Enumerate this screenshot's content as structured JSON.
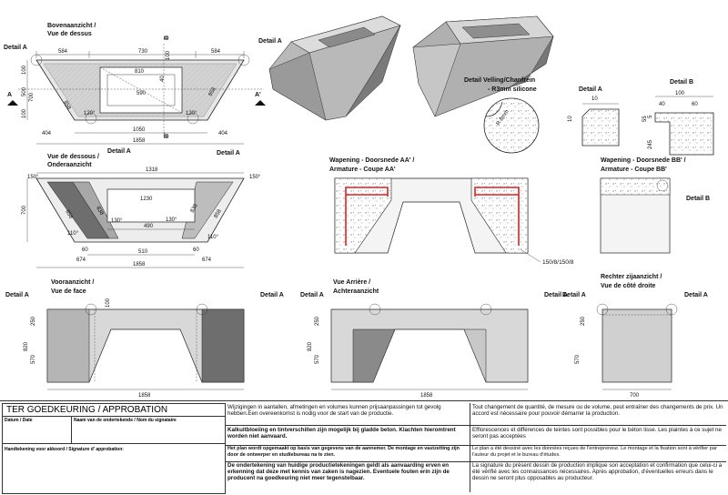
{
  "views": {
    "top_title": "Bovenaanzicht /",
    "top_sub": "Vue de dessus",
    "bottom_title": "Vue de dessous /",
    "bottom_sub": "Onderaanzicht",
    "front_title": "Vooraanzicht /",
    "front_sub": "Vue de face",
    "rear_title": "Vue Arrière /",
    "rear_sub": "Achteraanzicht",
    "right_title": "Rechter zijaanzicht /",
    "right_sub": "Vue de côté droite",
    "section_aa_title": "Wapening - Doorsnede AA' /",
    "section_aa_sub": "Armature - Coupe AA'",
    "section_bb_title": "Wapening - Doorsnede BB' /",
    "section_bb_sub": "Armature - Coupe BB'",
    "chamfer_title": "Detail Velling/Chanfrein",
    "chamfer_sub": "- R3mm silicone",
    "detail_a_title": "Detail A",
    "detail_b_title": "Detail B",
    "rebar_label": "150/8/150/8"
  },
  "labels": {
    "detail_a": "Detail A",
    "detail_b": "Detail B",
    "mark_a": "A",
    "mark_a_prime": "A'",
    "mark_b": "B",
    "mark_b_prime": "B'"
  },
  "dims": {
    "d584": "584",
    "d730": "730",
    "d810": "810",
    "d590": "590",
    "d100": "100",
    "d500": "500",
    "d1050": "1050",
    "d1858": "1858",
    "d404": "404",
    "d120": "120°",
    "d1318": "1318",
    "d150": "150°",
    "d1230": "1230",
    "d130": "130°",
    "d490": "490",
    "d110": "110°",
    "d60": "60",
    "d510": "510",
    "d674": "674",
    "d700": "700",
    "d250": "250",
    "d820": "820",
    "d570": "570",
    "d40": "40",
    "d10": "10",
    "d55": "55",
    "d5": "5",
    "d245": "245",
    "d8": "8",
    "d858": "858",
    "d838": "838",
    "d40b": "40",
    "r8": "R 8mm"
  },
  "approval": {
    "title": "TER GOEDKEURING / APPROBATION",
    "date_label": "Datum / Date",
    "name_label": "Naam van de ondertekende / Nom du signataire",
    "signature_label": "Handtekening voor akkoord / Signature d' approbation:",
    "nl_1": "Wijzigingen in aantallen, afmetingen en volumes kunnen prijsaanpassingen tot gevolg hebben.Een overeenkomst is nodig voor de start van de productie.",
    "nl_2": "Kalkuitbloeiing en tintverschillen zijn mogelijk bij gladde beton. Klachten hieromtrent worden niet aanvaard.",
    "nl_3": "Het plan wordt opgemaakt op basis van gegevens van de aannemer. De montage en vastzetting zijn door de ontwerper en studiebureau na te zien.",
    "nl_4": "De ondertekening van huidige productietekeningen geldt als aanvaarding erven en erkenning dat deze met kennis van zaken is nagezien. Eventuele fouten erin zijn de producent na goedkeuring niet meer tegenstelbaar.",
    "fr_1": "Tout changement de quantité, de mesure ou de volume, peut entraîner des changements de prix. Un accord est nécessaire pour pouvoir démarrer la production.",
    "fr_2": "Efflorescences et différences de teintes sont possibles pour le béton lisse. Les plaintes à ce sujet ne seront pas acceptées",
    "fr_3": "Le plan a été dessiné avec les données reçues de l'entrepreneur. Le montage et la fixation sont à vérifier par l'auteur du projet et le bureau d'études.",
    "fr_4": "La signature du présent dessin de production implique son acceptation et confirmation que celui-ci a été vérifié avec les connaissances nécessaires. Après approbation, d'éventuelles erreurs dans le dessin ne seront plus opposables au producteur."
  },
  "colors": {
    "red_rebar": "#e02020",
    "face_light": "#d8d8d8",
    "face_mid": "#a8a8a8",
    "face_dark": "#6e6e6e"
  }
}
